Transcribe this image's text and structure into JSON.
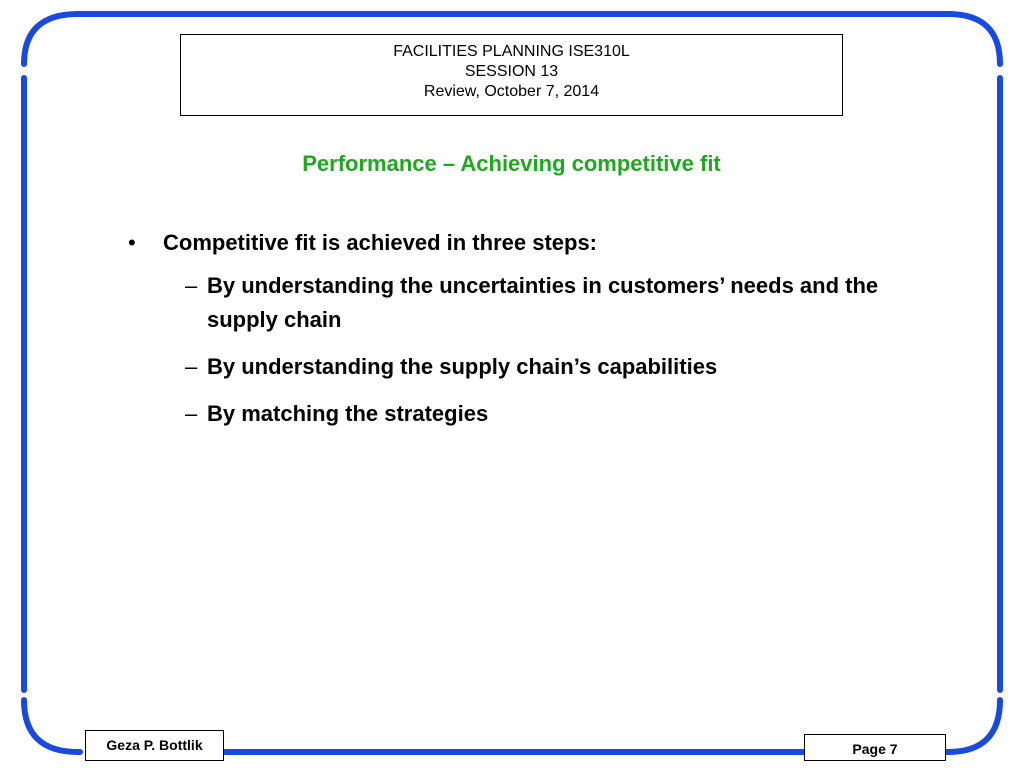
{
  "header": {
    "line1": "FACILITIES PLANNING ISE310L",
    "line2": "SESSION 13",
    "line3": "Review, October 7, 2014"
  },
  "slide": {
    "title": "Performance – Achieving competitive fit",
    "bullet": "Competitive fit is achieved in three steps:",
    "bullet_marker": "•",
    "sub_marker": "–",
    "sub_items": [
      "By understanding the uncertainties in customers’ needs and the supply chain",
      "By understanding the supply chain’s capabilities",
      "By matching the strategies"
    ]
  },
  "footer": {
    "author": "Geza P. Bottlik",
    "page": "Page 7"
  },
  "colors": {
    "frame": "#1a49e0",
    "title": "#1fa81f"
  }
}
